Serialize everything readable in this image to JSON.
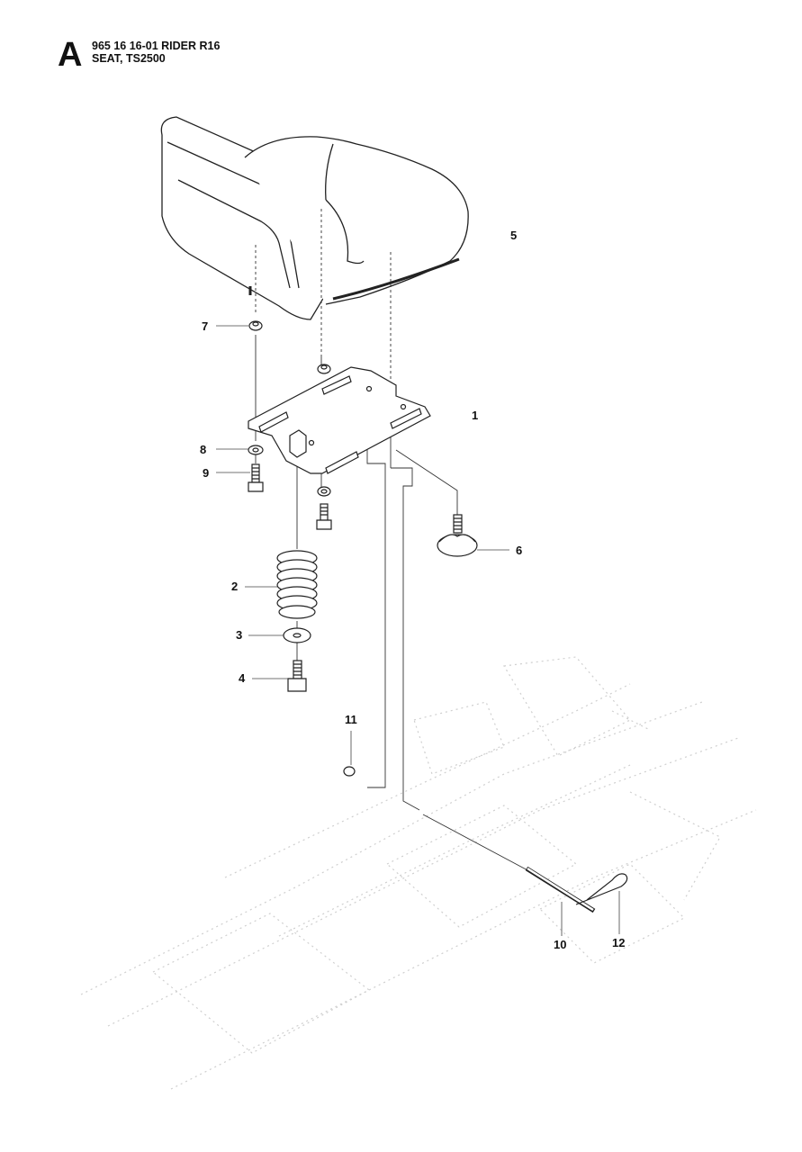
{
  "header": {
    "section_letter": "A",
    "model_line": "965 16 16-01 RIDER R16",
    "assembly_line": "SEAT, TS2500"
  },
  "callouts": [
    {
      "id": "1",
      "label": "1"
    },
    {
      "id": "2",
      "label": "2"
    },
    {
      "id": "3",
      "label": "3"
    },
    {
      "id": "4",
      "label": "4"
    },
    {
      "id": "5",
      "label": "5"
    },
    {
      "id": "6",
      "label": "6"
    },
    {
      "id": "7",
      "label": "7"
    },
    {
      "id": "8",
      "label": "8"
    },
    {
      "id": "9",
      "label": "9"
    },
    {
      "id": "10",
      "label": "10"
    },
    {
      "id": "11",
      "label": "11"
    },
    {
      "id": "12",
      "label": "12"
    }
  ]
}
